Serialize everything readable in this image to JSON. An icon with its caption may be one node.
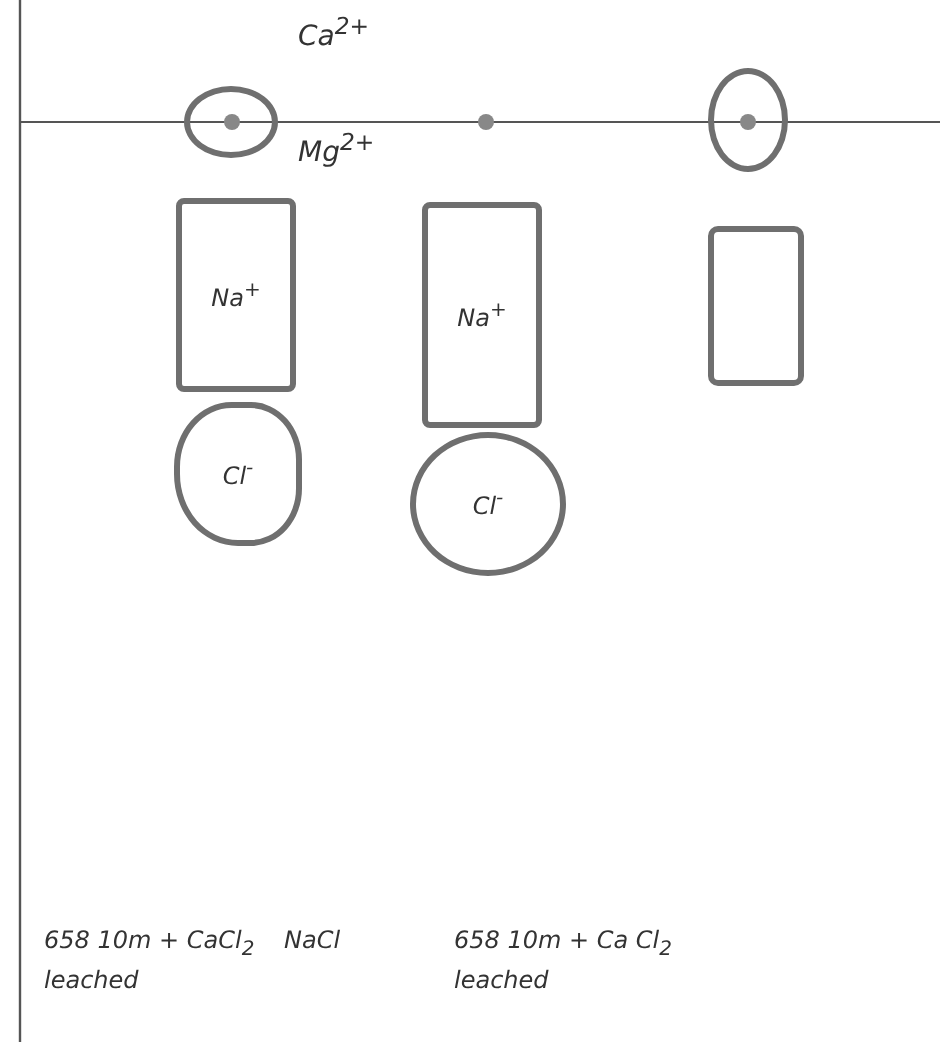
{
  "diagram": {
    "nodes": [
      {
        "text": [],
        "shape": "circle"
      },
      {
        "text": [],
        "shape": "circle"
      },
      {
        "text": [
          "Na$^{+}$"
        ]
      },
      {
        "text": [
          "Na$^{+}$"
        ]
      },
      {
        "text": [],
        "shape": "box"
      },
      {
        "text": [
          "Cl$^{-}$"
        ]
      },
      {
        "text": [
          "Cl$^{-}$"
        ]
      }
    ],
    "edges": [],
    "labels": [
      "Ca$^{2+}$",
      "Mg$^{2+}$",
      "658 10m + CaCl$_{2}$ leached",
      "NaCl",
      "658 10m + Ca Cl$_{2}$ leached"
    ]
  }
}
